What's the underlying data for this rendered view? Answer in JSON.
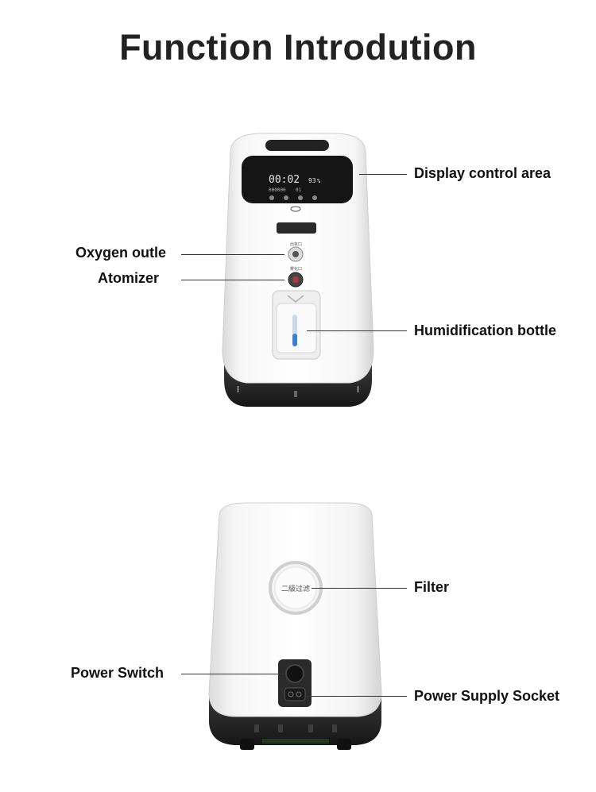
{
  "title": "Function Introdution",
  "front_labels": {
    "display_control_area": "Display control area",
    "oxygen_outlet": "Oxygen outle",
    "atomizer": "Atomizer",
    "humidification_bottle": "Humidification bottle"
  },
  "back_labels": {
    "filter": "Filter",
    "power_switch": "Power Switch",
    "power_supply_socket": "Power Supply Socket"
  },
  "display": {
    "time": "00:02",
    "secondary": "000000",
    "flow": "93",
    "flow_unit": "%",
    "small_value": "01"
  },
  "device_markings": {
    "outlet_label": "出氧口",
    "atomizer_label": "雾化口",
    "filter_text": "二級过滤"
  },
  "colors": {
    "body": "#f3f3f3",
    "base": "#1f1f1f",
    "screen": "#151515",
    "water": "#3a7fd0"
  }
}
